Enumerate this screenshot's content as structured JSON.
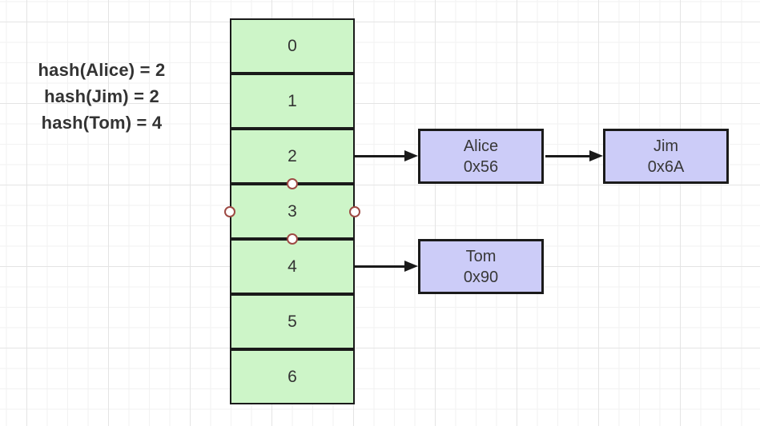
{
  "annotation": {
    "lines": [
      "hash(Alice) = 2",
      "hash(Jim) = 2",
      "hash(Tom) = 4"
    ]
  },
  "hash_table": {
    "buckets": [
      {
        "index": "0"
      },
      {
        "index": "1"
      },
      {
        "index": "2"
      },
      {
        "index": "3"
      },
      {
        "index": "4"
      },
      {
        "index": "5"
      },
      {
        "index": "6"
      }
    ],
    "selected_bucket_index": "3",
    "fill_color": "#cdf5c8",
    "border_color": "#1a1a1a"
  },
  "nodes": {
    "alice": {
      "name": "Alice",
      "address": "0x56"
    },
    "jim": {
      "name": "Jim",
      "address": "0x6A"
    },
    "tom": {
      "name": "Tom",
      "address": "0x90"
    }
  },
  "node_style": {
    "fill_color": "#ccccf8",
    "border_color": "#1a1a1a"
  },
  "edges": [
    {
      "from": "bucket-2",
      "to": "node-alice"
    },
    {
      "from": "node-alice",
      "to": "node-jim"
    },
    {
      "from": "bucket-4",
      "to": "node-tom"
    }
  ],
  "selection": {
    "handle_fill": "#ffffff",
    "handle_border_color": "#9e4a44"
  },
  "text_color": "#333333"
}
